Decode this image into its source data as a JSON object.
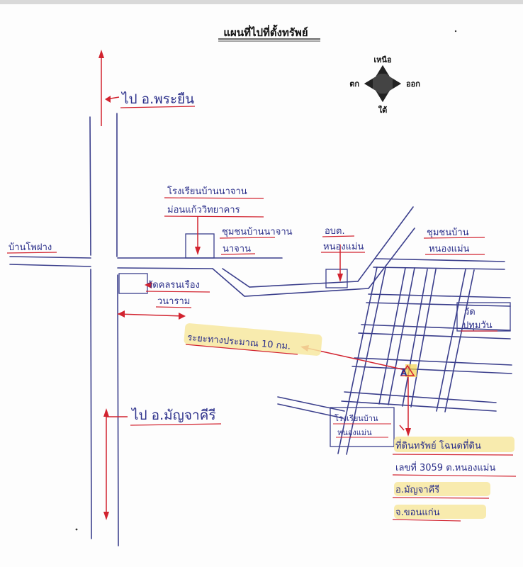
{
  "title": "แผนที่ไปที่ตั้งทรัพย์",
  "compass": {
    "north": "เหนือ",
    "south": "ใต้",
    "east": "ออก",
    "west": "ตก",
    "icon": "compass-rose-icon"
  },
  "labels": {
    "to_phra_yuen": "ไป อ.พระยืน",
    "to_mancha_khiri": "ไป อ.มัญจาคีรี",
    "ban_pho_fang": "บ้านโพฝาง",
    "school_ban_na_chan": "โรงเรียนบ้านนาจาน",
    "school_kaew_witthaya": "ม่อนแก้ววิทยาคาร",
    "community_na_chan": "ชุมชนบ้านนาจาน",
    "community_na_chan_2": "นาจาน",
    "tambon_office": "อบต.",
    "tambon_office_2": "หนองแม่น",
    "community_nong_maen": "ชุมชนบ้าน",
    "community_nong_maen_2": "หนองแม่น",
    "wat_pa_ruean": "วัดคลรนเรือง",
    "wat_pa_ruean_2": "วนาราม",
    "distance_note": "ระยะทางประมาณ 10 กม.",
    "wat_pathum": "วัด",
    "wat_pathum_2": "ปทุมวัน",
    "school_nong_maen": "โรงเรียนบ้าน",
    "school_nong_maen_2": "หนองแม่น",
    "marker": "A"
  },
  "property": {
    "line1": "ที่ดินทรัพย์ โฉนดที่ดิน",
    "line2": "เลขที่ 3059 ต.หนองแม่น",
    "line3": "อ.มัญจาคีรี",
    "line4": "จ.ขอนแก่น"
  },
  "colors": {
    "ink": "#2b2f8a",
    "red": "#d2232f",
    "highlight": "#f7e7a0"
  }
}
